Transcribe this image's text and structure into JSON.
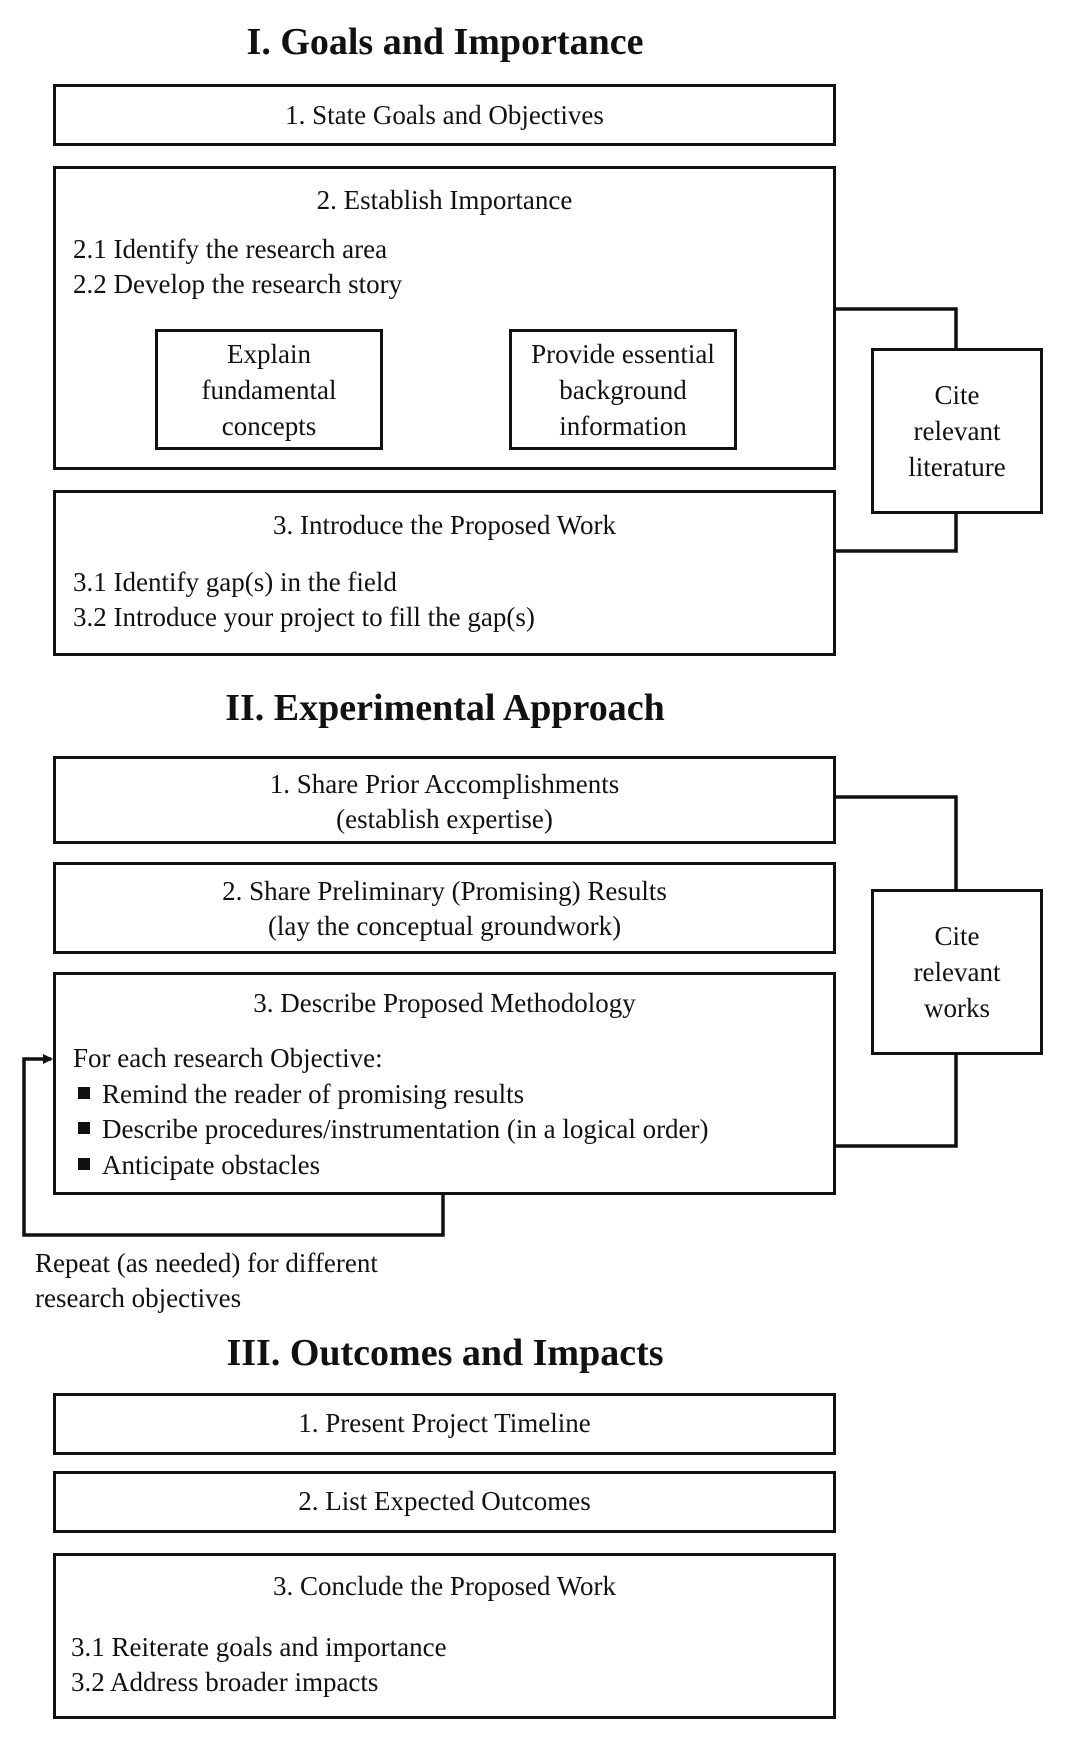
{
  "sections": [
    {
      "heading": "I. Goals and Importance",
      "boxes": [
        {
          "title": "1. State Goals and Objectives"
        },
        {
          "title": "2. Establish Importance",
          "items": [
            "2.1 Identify the research area",
            "2.2 Develop the research story"
          ],
          "subboxes": [
            {
              "lines": [
                "Explain",
                "fundamental",
                "concepts"
              ]
            },
            {
              "lines": [
                "Provide essential",
                "background",
                "information"
              ]
            }
          ]
        },
        {
          "title": "3. Introduce the Proposed Work",
          "items": [
            "3.1 Identify gap(s) in the field",
            "3.2 Introduce your project to fill the gap(s)"
          ]
        }
      ],
      "side_box": {
        "lines": [
          "Cite",
          "relevant",
          "literature"
        ]
      }
    },
    {
      "heading": "II. Experimental Approach",
      "boxes": [
        {
          "lines": [
            "1. Share Prior Accomplishments",
            "(establish expertise)"
          ]
        },
        {
          "lines": [
            "2. Share Preliminary (Promising) Results",
            "(lay the conceptual groundwork)"
          ]
        },
        {
          "title": "3. Describe Proposed Methodology",
          "intro": "For each research Objective:",
          "bullets": [
            "Remind the reader of promising results",
            "Describe procedures/instrumentation (in a logical order)",
            "Anticipate obstacles"
          ]
        }
      ],
      "side_box": {
        "lines": [
          "Cite",
          "relevant",
          "works"
        ]
      },
      "loop_note": [
        "Repeat (as needed) for different",
        "research objectives"
      ]
    },
    {
      "heading": "III. Outcomes and Impacts",
      "boxes": [
        {
          "title": "1. Present Project Timeline"
        },
        {
          "title": "2. List Expected Outcomes"
        },
        {
          "title": "3. Conclude the Proposed Work",
          "items": [
            "3.1 Reiterate goals and importance",
            "3.2 Address broader impacts"
          ]
        }
      ]
    }
  ]
}
